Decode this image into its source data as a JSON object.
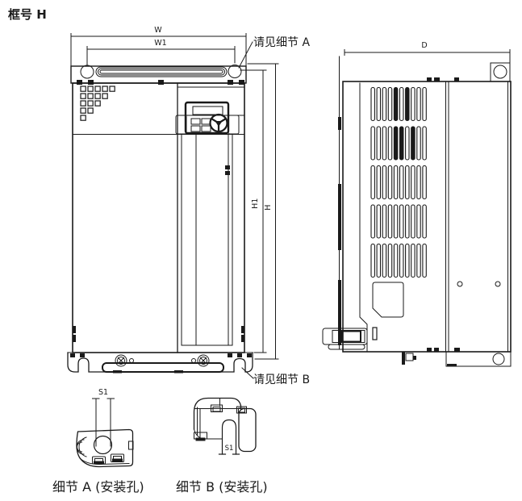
{
  "title": "框号 H",
  "colors": {
    "line": "#1a1a1a",
    "background": "#ffffff"
  },
  "front_view": {
    "dim_width": "W",
    "dim_width_inner": "W1",
    "dim_height": "H",
    "dim_height_inner": "H1",
    "callout_detail_a": "请见细节 A",
    "callout_detail_b": "请见细节 B"
  },
  "side_view": {
    "dim_depth": "D"
  },
  "detail_a": {
    "dim_slot": "S1",
    "caption": "细节 A (安装孔)"
  },
  "detail_b": {
    "dim_slot": "S1",
    "caption": "细节 B (安装孔)"
  }
}
